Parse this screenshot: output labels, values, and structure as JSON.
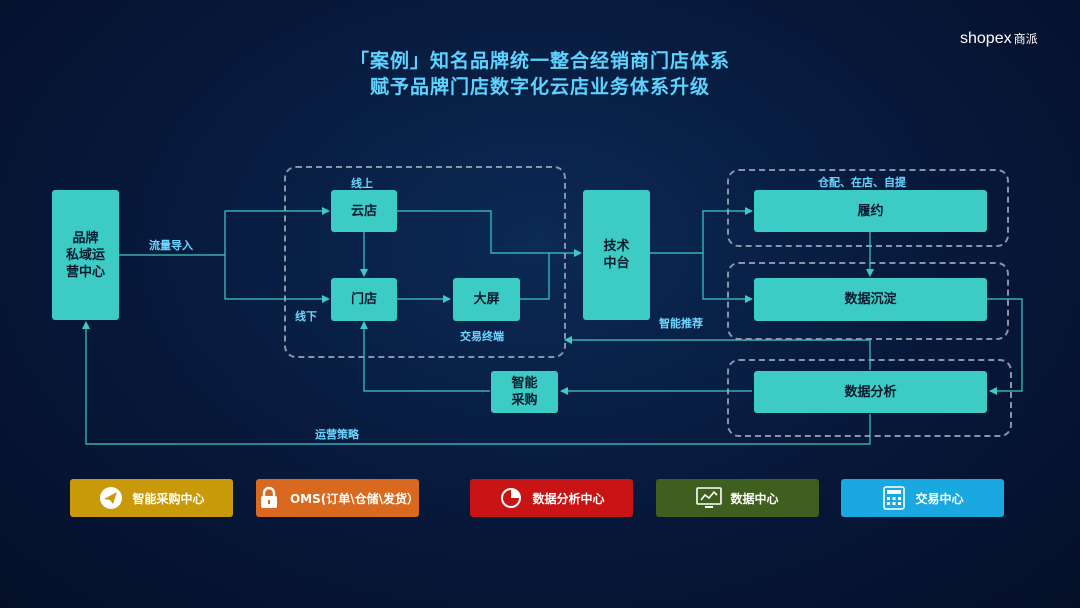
{
  "title": {
    "line1": "「案例」知名品牌统一整合经销商门店体系",
    "line2": "赋予品牌门店数字化云店业务体系升级"
  },
  "logo": {
    "text": "shopex",
    "sub": "商派"
  },
  "nodes": {
    "brand": "品牌\n私域运\n营中心",
    "cloud_store": "云店",
    "store": "门店",
    "big_screen": "大屏",
    "tech_platform": "技术\n中台",
    "fulfillment": "履约",
    "data_deposit": "数据沉淀",
    "data_analysis": "数据分析",
    "smart_purchase": "智能\n采购"
  },
  "labels": {
    "online": "线上",
    "offline": "线下",
    "traffic_import": "流量导入",
    "trade_terminal": "交易终端",
    "delivery_modes": "仓配、在店、自提",
    "smart_recommend": "智能推荐",
    "ops_strategy": "运营策略"
  },
  "legend": [
    {
      "label": "智能采购中心",
      "color": "#c89a0a",
      "icon": "paper-plane-icon"
    },
    {
      "label": "OMS(订单\\仓储\\发货）",
      "color": "#d9691e",
      "icon": "lock-icon"
    },
    {
      "label": "数据分析中心",
      "color": "#c81414",
      "icon": "pie-chart-icon"
    },
    {
      "label": "数据中心",
      "color": "#3f5f1f",
      "icon": "monitor-chart-icon"
    },
    {
      "label": "交易中心",
      "color": "#1aa8e0",
      "icon": "calculator-icon"
    }
  ],
  "colors": {
    "node": "#3ccbc5",
    "wire": "#3ccbc5",
    "title": "#5fd3ff",
    "dashed": "#8a93a8"
  }
}
